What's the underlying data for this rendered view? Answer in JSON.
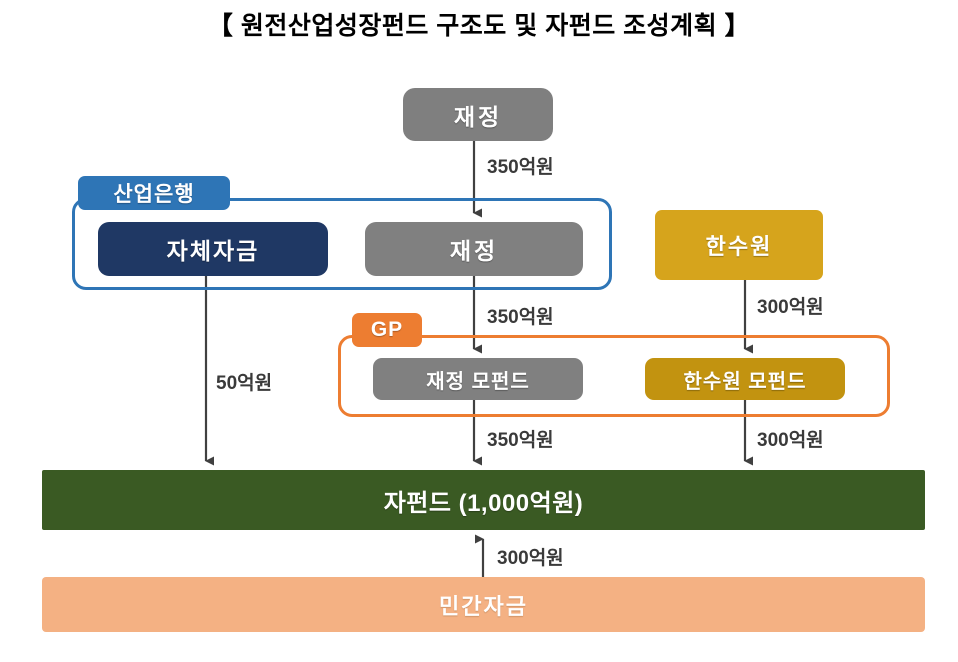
{
  "page": {
    "title": "【 원전산업성장펀드 구조도 및 자펀드 조성계획 】"
  },
  "colors": {
    "gray": "#7f7f7f",
    "navy": "#1f3864",
    "gold": "#d6a41c",
    "gold_dark": "#c29310",
    "blue": "#2e75b6",
    "orange": "#ed7d31",
    "green": "#3a5a23",
    "peach": "#f4b183",
    "arrow": "#404040"
  },
  "nodes": {
    "finance_top": {
      "label": "재정"
    },
    "kdb_group": {
      "label": "산업은행"
    },
    "own_funds": {
      "label": "자체자금"
    },
    "finance_inner": {
      "label": "재정"
    },
    "khnp": {
      "label": "한수원"
    },
    "gp_group": {
      "label": "GP"
    },
    "finance_mother_fund": {
      "label": "재정 모펀드"
    },
    "khnp_mother_fund": {
      "label": "한수원 모펀드"
    },
    "child_fund": {
      "label": "자펀드 (1,000억원)"
    },
    "private_capital": {
      "label": "민간자금"
    }
  },
  "flows": [
    {
      "id": "a",
      "from": "finance_top",
      "to": "finance_inner",
      "amount": "350억원",
      "direction": "down"
    },
    {
      "id": "b",
      "from": "finance_inner",
      "to": "finance_mother_fund",
      "amount": "350억원",
      "direction": "down"
    },
    {
      "id": "c",
      "from": "khnp",
      "to": "khnp_mother_fund",
      "amount": "300억원",
      "direction": "down"
    },
    {
      "id": "d",
      "from": "own_funds",
      "to": "child_fund",
      "amount": "50억원",
      "direction": "down"
    },
    {
      "id": "e",
      "from": "finance_mother_fund",
      "to": "child_fund",
      "amount": "350억원",
      "direction": "down"
    },
    {
      "id": "f",
      "from": "khnp_mother_fund",
      "to": "child_fund",
      "amount": "300억원",
      "direction": "down"
    },
    {
      "id": "g",
      "from": "private_capital",
      "to": "child_fund",
      "amount": "300억원",
      "direction": "up"
    }
  ],
  "chart_data": {
    "type": "diagram",
    "title": "원전산업성장펀드 구조도 및 자펀드 조성계획",
    "total": "1,000억원",
    "contributions": [
      {
        "source": "산업은행 자체자금",
        "amount_label": "50억원",
        "value": 50
      },
      {
        "source": "재정 모펀드",
        "amount_label": "350억원",
        "value": 350
      },
      {
        "source": "한수원 모펀드",
        "amount_label": "300억원",
        "value": 300
      },
      {
        "source": "민간자금",
        "amount_label": "300억원",
        "value": 300
      }
    ]
  }
}
